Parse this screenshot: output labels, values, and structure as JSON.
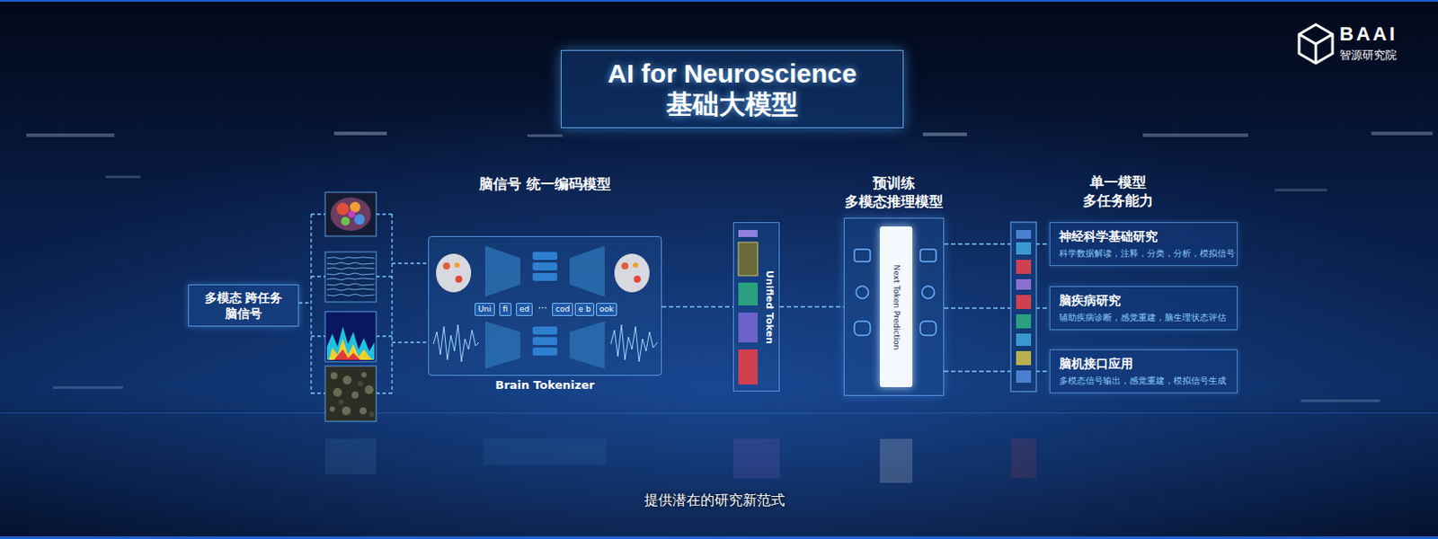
{
  "diagram": {
    "title": "AI for Neuroscience 基础大模型",
    "caption": "提供潜在的研究新范式",
    "nodes": [
      {
        "text": [
          "多模态 跨任务 脑信号"
        ]
      },
      {
        "text": [
          "脑信号 统一编码模型",
          "Brain Tokenizer"
        ]
      },
      {
        "text": [
          "Uni"
        ],
        "in": 1
      },
      {
        "text": [
          "fi"
        ],
        "in": 1
      },
      {
        "text": [
          "ed"
        ],
        "in": 1
      },
      {
        "text": [
          "cod"
        ],
        "in": 1
      },
      {
        "text": [
          "e b"
        ],
        "in": 1
      },
      {
        "text": [
          "ook"
        ],
        "in": 1
      },
      {
        "text": [
          "Unified Token"
        ]
      },
      {
        "text": [
          "预训练 多模态推理模型"
        ]
      },
      {
        "text": [
          "Next Token Prediction"
        ],
        "in": 9
      },
      {
        "text": [
          "神经科学基础研究",
          "科学数据解读，注释，分类，分析，模拟信号"
        ]
      },
      {
        "text": [
          "脑疾病研究",
          "辅助疾病诊断，感觉重建，脑生理状态评估"
        ]
      },
      {
        "text": [
          "脑机接口应用",
          "多模态信号输出，感觉重建，模拟信号生成"
        ]
      }
    ],
    "edges": [
      {
        "from": 1,
        "to": 8,
        "arrow": "none"
      },
      {
        "from": 8,
        "to": 9,
        "arrow": "none"
      },
      {
        "from": 9,
        "to": 11,
        "arrow": "none"
      },
      {
        "from": 9,
        "to": 12,
        "arrow": "none"
      },
      {
        "from": 9,
        "to": 13,
        "arrow": "none"
      }
    ],
    "labels": [
      "···",
      "单一模型 多任务能力",
      "BAAI",
      "智源研究院"
    ]
  }
}
